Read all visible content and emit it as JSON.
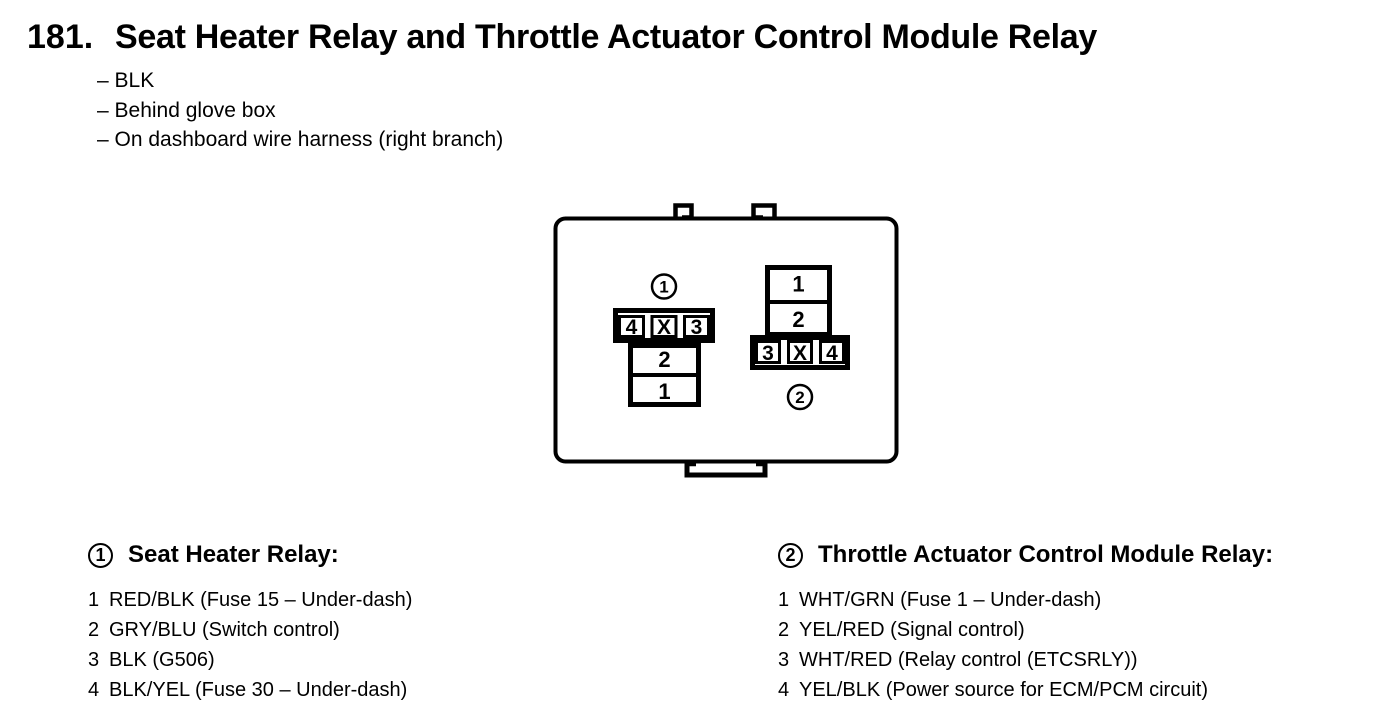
{
  "page": {
    "number": "181.",
    "title": "Seat Heater Relay and Throttle Actuator Control Module Relay",
    "bullets": [
      "– BLK",
      "– Behind glove box",
      "– On dashboard wire harness (right branch)"
    ]
  },
  "diagram": {
    "connector1": {
      "ref": "1",
      "pins_top": [
        "4",
        "X",
        "3"
      ],
      "body_slots": [
        "2",
        "1"
      ]
    },
    "connector2": {
      "ref": "2",
      "body_slots": [
        "1",
        "2"
      ],
      "pins_bottom": [
        "3",
        "X",
        "4"
      ]
    }
  },
  "legends": [
    {
      "ref": "1",
      "title": "Seat Heater Relay:",
      "items": [
        {
          "pin": "1",
          "desc": "RED/BLK (Fuse 15 – Under-dash)"
        },
        {
          "pin": "2",
          "desc": "GRY/BLU (Switch control)"
        },
        {
          "pin": "3",
          "desc": "BLK (G506)"
        },
        {
          "pin": "4",
          "desc": "BLK/YEL (Fuse 30 – Under-dash)"
        }
      ]
    },
    {
      "ref": "2",
      "title": "Throttle Actuator Control Module Relay:",
      "items": [
        {
          "pin": "1",
          "desc": "WHT/GRN (Fuse 1 – Under-dash)"
        },
        {
          "pin": "2",
          "desc": "YEL/RED (Signal control)"
        },
        {
          "pin": "3",
          "desc": "WHT/RED (Relay control (ETCSRLY))"
        },
        {
          "pin": "4",
          "desc": "YEL/BLK (Power source for ECM/PCM circuit)"
        }
      ]
    }
  ],
  "colors": {
    "ink": "#000000",
    "background": "#ffffff"
  }
}
